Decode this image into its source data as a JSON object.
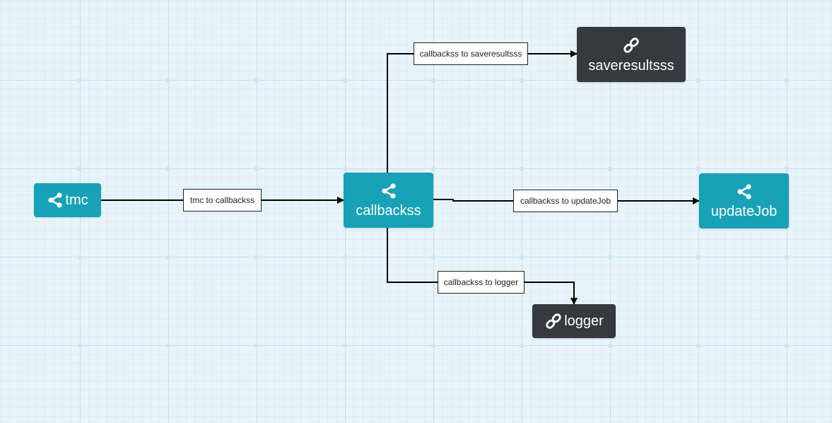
{
  "diagram": {
    "nodes": {
      "tmc": {
        "label": "tmc",
        "icon": "share-icon",
        "color": "#17a2b8"
      },
      "callbackss": {
        "label": "callbackss",
        "icon": "share-icon",
        "color": "#17a2b8"
      },
      "saveresultsss": {
        "label": "saveresultsss",
        "icon": "link-icon",
        "color": "#343a40"
      },
      "updateJob": {
        "label": "updateJob",
        "icon": "share-icon",
        "color": "#17a2b8"
      },
      "logger": {
        "label": "logger",
        "icon": "link-icon",
        "color": "#343a40"
      }
    },
    "edges": {
      "tmc_callbackss": {
        "label": "tmc to callbackss",
        "from": "tmc",
        "to": "callbackss"
      },
      "callbackss_saveresultsss": {
        "label": "callbackss to saveresultsss",
        "from": "callbackss",
        "to": "saveresultsss"
      },
      "callbackss_updateJob": {
        "label": "callbackss to updateJob",
        "from": "callbackss",
        "to": "updateJob"
      },
      "callbackss_logger": {
        "label": "callbackss to logger",
        "from": "callbackss",
        "to": "logger"
      }
    }
  }
}
